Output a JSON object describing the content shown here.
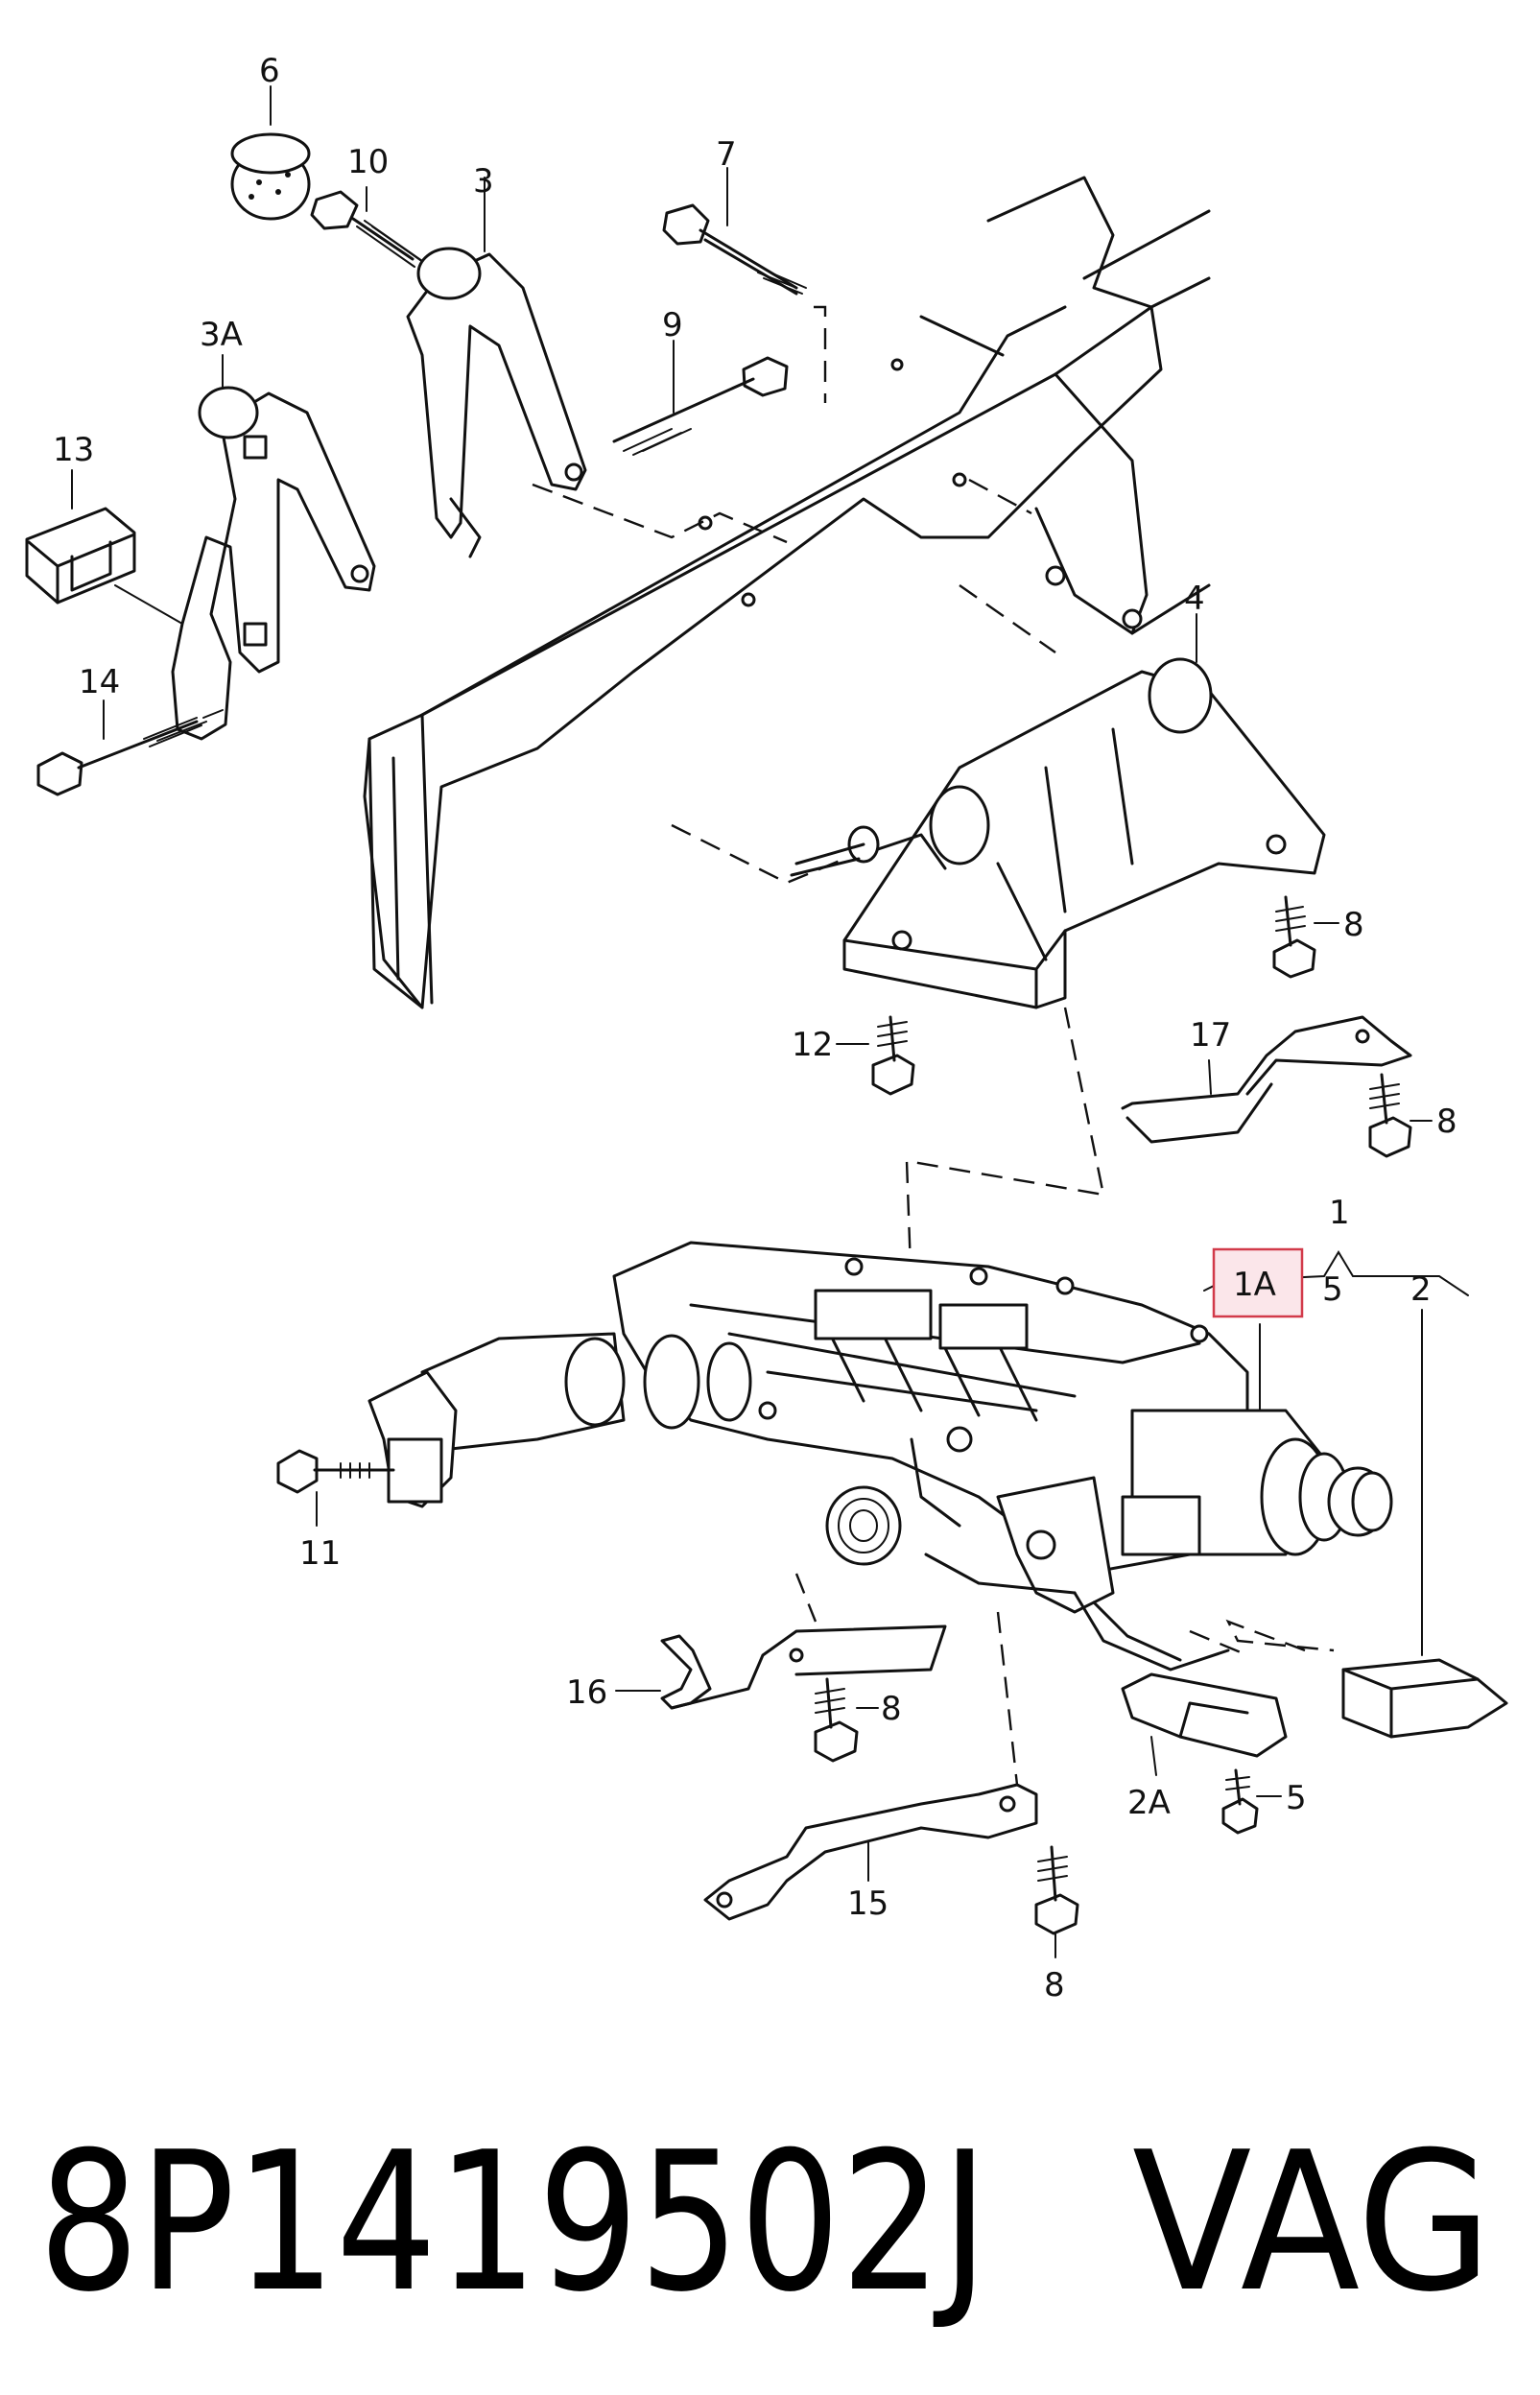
{
  "callouts": {
    "c1": "1",
    "c1A": "1A",
    "c2": "2",
    "c2A": "2A",
    "c3": "3",
    "c3A": "3A",
    "c4": "4",
    "c5a": "5",
    "c5b": "5",
    "c6": "6",
    "c7": "7",
    "c8a": "8",
    "c8b": "8",
    "c8c": "8",
    "c8d": "8",
    "c9": "9",
    "c10": "10",
    "c11": "11",
    "c12": "12",
    "c13": "13",
    "c14": "14",
    "c15": "15",
    "c16": "16",
    "c17": "17"
  },
  "footer": {
    "part_number": "8P1419502J",
    "brand": "VAG"
  },
  "colors": {
    "line": "#111111",
    "highlight_border": "#d23a4a",
    "highlight_fill": "#fbe6ea"
  }
}
